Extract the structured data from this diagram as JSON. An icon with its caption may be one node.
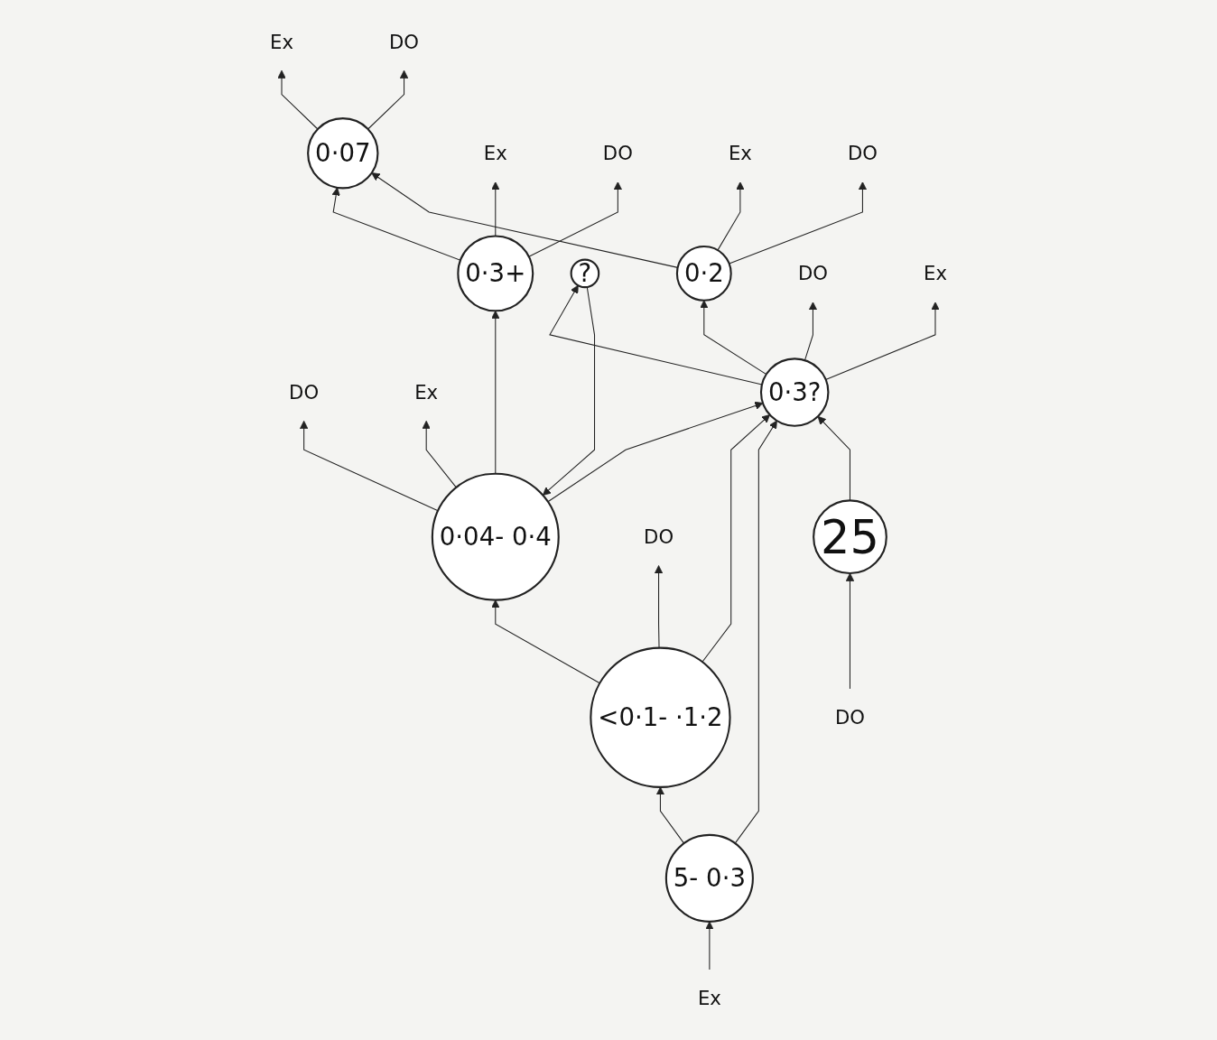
{
  "diagram": {
    "nodes": [
      {
        "text": [
          "0·07"
        ]
      },
      {
        "text": [
          "Ex"
        ]
      },
      {
        "text": [
          "DO"
        ]
      },
      {
        "text": [
          "0·3+"
        ]
      },
      {
        "text": [
          "Ex"
        ]
      },
      {
        "text": [
          "DO"
        ]
      },
      {
        "text": [
          "0·04- 0·4"
        ]
      },
      {
        "text": [
          "DO"
        ]
      },
      {
        "text": [
          "Ex"
        ]
      },
      {
        "text": [
          "?"
        ]
      },
      {
        "text": [
          "Ex"
        ]
      },
      {
        "text": [
          "0·2"
        ]
      },
      {
        "text": [
          "DO"
        ]
      },
      {
        "text": [
          "DO"
        ]
      },
      {
        "text": [
          "<0·1- ·1·2"
        ]
      },
      {
        "text": [
          "0·3?"
        ]
      },
      {
        "text": [
          "DO"
        ]
      },
      {
        "text": [
          "DO"
        ]
      },
      {
        "text": [
          "25"
        ]
      },
      {
        "text": [
          "Ex"
        ]
      },
      {
        "text": [
          "5- 0·3"
        ]
      },
      {
        "text": [
          "Ex"
        ]
      }
    ],
    "edges": [
      {
        "from": 0,
        "to": 1,
        "arrow": "to"
      },
      {
        "from": 0,
        "to": 2,
        "arrow": "to"
      },
      {
        "from": 3,
        "to": 0,
        "arrow": "to"
      },
      {
        "from": 3,
        "to": 4,
        "arrow": "to"
      },
      {
        "from": 3,
        "to": 5,
        "arrow": "to"
      },
      {
        "from": 6,
        "to": 3,
        "arrow": "to"
      },
      {
        "from": 6,
        "to": 7,
        "arrow": "to"
      },
      {
        "from": 6,
        "to": 8,
        "arrow": "to"
      },
      {
        "from": 9,
        "to": 6,
        "arrow": "to"
      },
      {
        "from": 6,
        "to": 15,
        "arrow": "to"
      },
      {
        "from": 11,
        "to": 0,
        "arrow": "to"
      },
      {
        "from": 11,
        "to": 10,
        "arrow": "to"
      },
      {
        "from": 11,
        "to": 12,
        "arrow": "to"
      },
      {
        "from": 15,
        "to": 9,
        "arrow": "to"
      },
      {
        "from": 15,
        "to": 11,
        "arrow": "to"
      },
      {
        "from": 15,
        "to": 16,
        "arrow": "to"
      },
      {
        "from": 15,
        "to": 19,
        "arrow": "to"
      },
      {
        "from": 14,
        "to": 6,
        "arrow": "to"
      },
      {
        "from": 14,
        "to": 15,
        "arrow": "to"
      },
      {
        "from": 14,
        "to": 17,
        "arrow": "to"
      },
      {
        "from": 20,
        "to": 14,
        "arrow": "to"
      },
      {
        "from": 20,
        "to": 15,
        "arrow": "to"
      },
      {
        "from": 21,
        "to": 20,
        "arrow": "to"
      },
      {
        "from": 13,
        "to": 18,
        "arrow": "to"
      },
      {
        "from": 18,
        "to": 15,
        "arrow": "to"
      }
    ]
  }
}
